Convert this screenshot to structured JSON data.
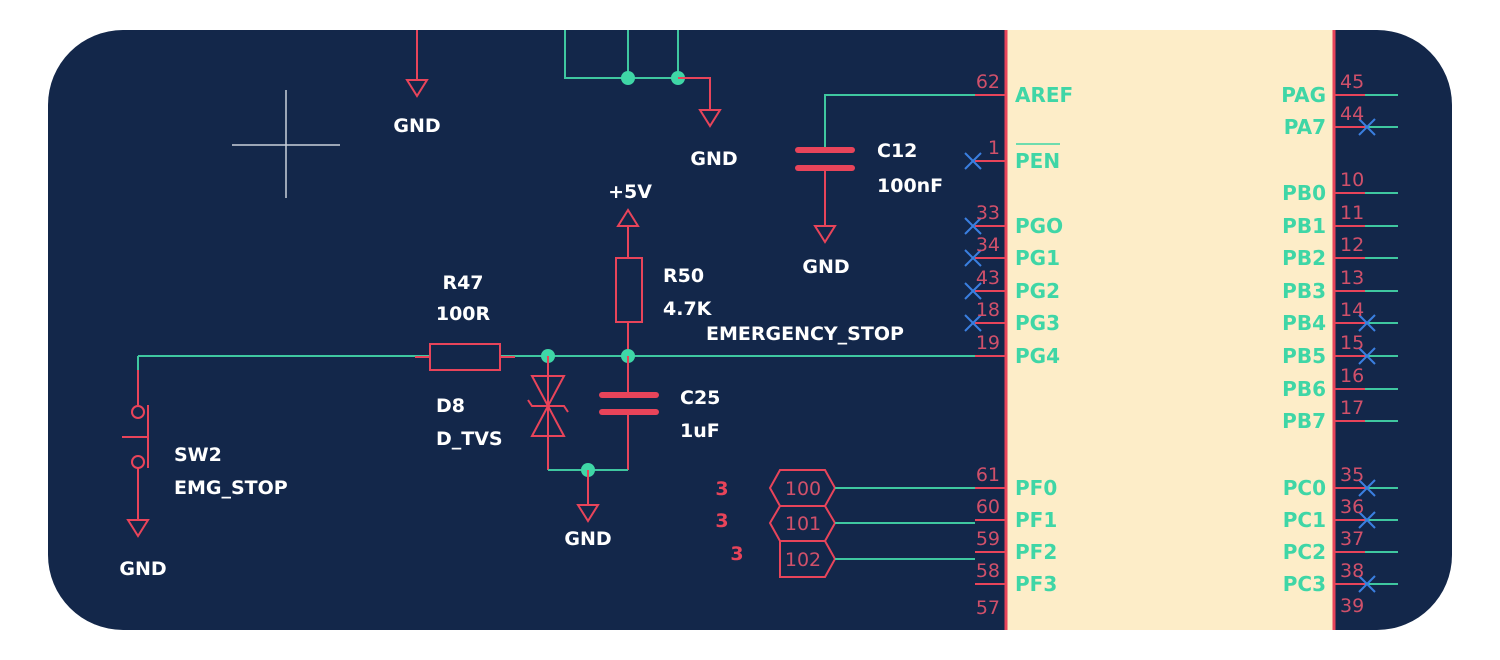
{
  "colors": {
    "background": "#13274a",
    "chip": "#fdedc8",
    "pin": "#e8445a",
    "net": "#3fc7a0",
    "pin_name": "#3fd6a6",
    "no_connect": "#3a7fe0"
  },
  "components": {
    "gnd_label": "GND",
    "c12": {
      "ref": "C12",
      "value": "100nF"
    },
    "r50": {
      "ref": "R50",
      "value": "4.7K"
    },
    "r47": {
      "ref": "R47",
      "value": "100R"
    },
    "d8": {
      "ref": "D8",
      "value": "D_TVS"
    },
    "c25": {
      "ref": "C25",
      "value": "1uF"
    },
    "sw2": {
      "ref": "SW2",
      "value": "EMG_STOP"
    },
    "vcc": "+5V",
    "net_label": "EMERGENCY_STOP"
  },
  "sheet_refs": [
    {
      "sheet": "3",
      "label": "100"
    },
    {
      "sheet": "3",
      "label": "101"
    },
    {
      "sheet": "3",
      "label": "102"
    }
  ],
  "chip": {
    "left_pins": [
      {
        "num": "62",
        "name": "AREF",
        "nc": false,
        "wired": true
      },
      {
        "num": "1",
        "name": "PEN",
        "overbar": true,
        "nc": true
      },
      {
        "num": "33",
        "name": "PGO",
        "nc": true
      },
      {
        "num": "34",
        "name": "PG1",
        "nc": true
      },
      {
        "num": "43",
        "name": "PG2",
        "nc": true
      },
      {
        "num": "18",
        "name": "PG3",
        "nc": true
      },
      {
        "num": "19",
        "name": "PG4",
        "nc": false,
        "wired": true
      },
      {
        "num": "61",
        "name": "PF0",
        "nc": false,
        "wired": true
      },
      {
        "num": "60",
        "name": "PF1",
        "nc": false,
        "wired": true
      },
      {
        "num": "59",
        "name": "PF2",
        "nc": false,
        "wired": true
      },
      {
        "num": "58",
        "name": "PF3",
        "nc": false
      },
      {
        "num": "57",
        "name": "",
        "nc": false
      }
    ],
    "right_pins": [
      {
        "num": "45",
        "name": "PAG",
        "nc": false,
        "wired": true
      },
      {
        "num": "44",
        "name": "PA7",
        "nc": true
      },
      {
        "num": "10",
        "name": "PB0",
        "nc": false,
        "wired": true
      },
      {
        "num": "11",
        "name": "PB1",
        "nc": false,
        "wired": true
      },
      {
        "num": "12",
        "name": "PB2",
        "nc": false,
        "wired": true
      },
      {
        "num": "13",
        "name": "PB3",
        "nc": false,
        "wired": true
      },
      {
        "num": "14",
        "name": "PB4",
        "nc": true
      },
      {
        "num": "15",
        "name": "PB5",
        "nc": true
      },
      {
        "num": "16",
        "name": "PB6",
        "nc": false,
        "wired": true
      },
      {
        "num": "17",
        "name": "PB7",
        "nc": false,
        "wired": true
      },
      {
        "num": "35",
        "name": "PC0",
        "nc": true
      },
      {
        "num": "36",
        "name": "PC1",
        "nc": true
      },
      {
        "num": "37",
        "name": "PC2",
        "nc": false,
        "wired": true
      },
      {
        "num": "38",
        "name": "PC3",
        "nc": true
      },
      {
        "num": "39",
        "name": "",
        "nc": false
      }
    ]
  }
}
